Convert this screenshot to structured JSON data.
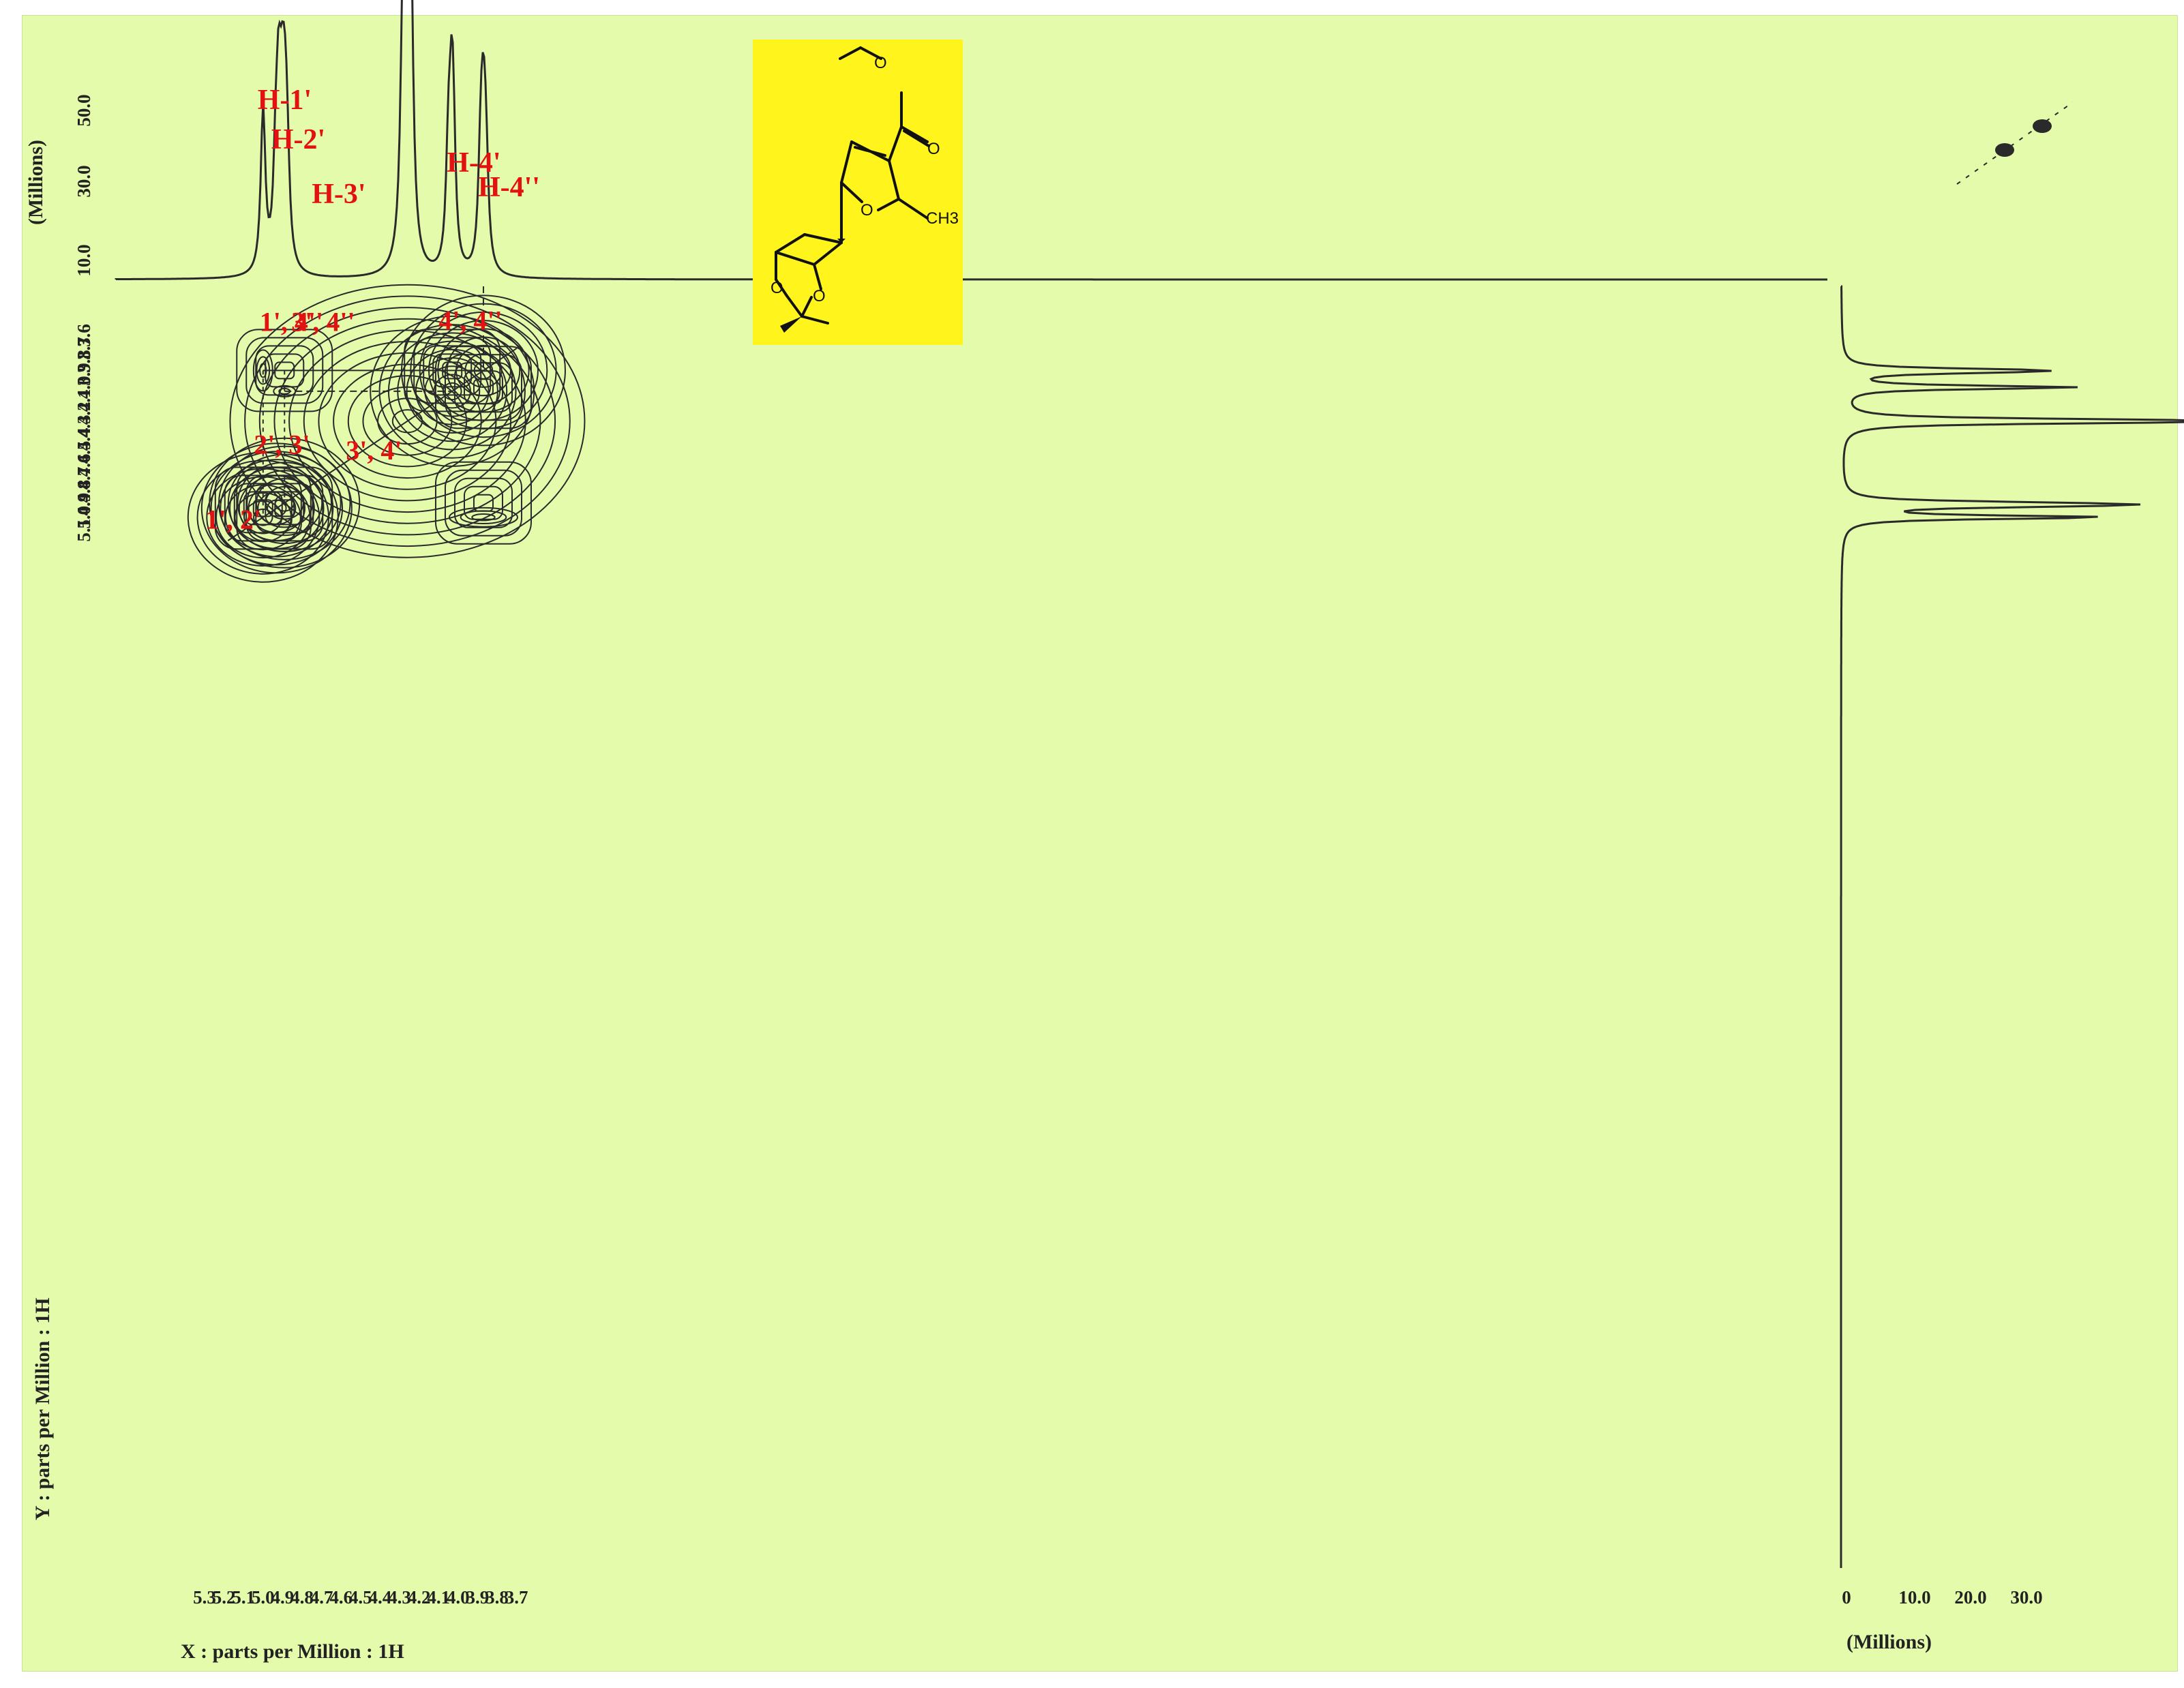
{
  "colors": {
    "background": "#e3fbab",
    "labels": "#e31212",
    "ink": "#2a2a2a",
    "structure_box": "#fff51c"
  },
  "chart_data": {
    "type": "heatmap",
    "subtype": "2D 1H-1H COSY contour plot",
    "xlabel": "X : parts per Million : 1H",
    "ylabel": "Y : parts per Million : 1H",
    "xlim": [
      5.3,
      3.65
    ],
    "ylim": [
      3.6,
      5.15
    ],
    "x_ticks": [
      "5.3",
      "5.2",
      "5.1",
      "5.0",
      "4.9",
      "4.8",
      "4.7",
      "4.6",
      "4.5",
      "4.4",
      "4.3",
      "4.2",
      "4.1",
      "4.0",
      "3.9",
      "3.8",
      "3.7"
    ],
    "y_ticks": [
      "3.6",
      "3.7",
      "3.8",
      "3.9",
      "4.0",
      "4.1",
      "4.2",
      "4.3",
      "4.4",
      "4.5",
      "4.6",
      "4.7",
      "4.8",
      "4.9",
      "5.0",
      "5.1"
    ],
    "top_projection": {
      "axis_label": "(Millions)",
      "ticks": [
        "10.0",
        "30.0",
        "50.0"
      ]
    },
    "side_projection": {
      "axis_label": "(Millions)",
      "ticks": [
        "0",
        "10.0",
        "20.0",
        "30.0"
      ]
    },
    "peak_labels": [
      {
        "text": "H-1'",
        "ppm": 5.0
      },
      {
        "text": "H-2'",
        "ppm": 4.93
      },
      {
        "text": "H-3'",
        "ppm": 4.89
      },
      {
        "text": "H-4'",
        "ppm": 4.03
      },
      {
        "text": "H-4''",
        "ppm": 3.87
      }
    ],
    "diagonal_peaks": [
      {
        "x": 5.0,
        "y": 5.0
      },
      {
        "x": 4.93,
        "y": 4.93
      },
      {
        "x": 4.89,
        "y": 4.89
      },
      {
        "x": 4.26,
        "y": 4.26
      },
      {
        "x": 4.03,
        "y": 4.03
      },
      {
        "x": 3.87,
        "y": 3.87
      }
    ],
    "cross_peaks": [
      {
        "label": "1', 4''",
        "x": 5.0,
        "y": 3.87
      },
      {
        "label": "3', 4''",
        "x": 4.89,
        "y": 3.87
      },
      {
        "label": "4', 4''",
        "x": 4.03,
        "y": 3.87
      },
      {
        "label": "3', 4'",
        "x": 4.89,
        "y": 4.03
      },
      {
        "label": "2', 3'",
        "x": 4.89,
        "y": 4.93
      },
      {
        "label": "1', 2'",
        "x": 5.0,
        "y": 4.93
      }
    ]
  },
  "molecule": {
    "label_ch3": "CH3",
    "label_o1": "O",
    "label_o2": "O",
    "label_o3": "O",
    "label_o4": "O",
    "label_o5": "O"
  }
}
